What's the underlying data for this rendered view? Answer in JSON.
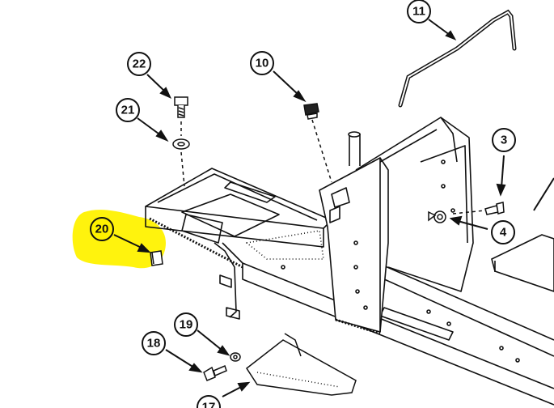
{
  "diagram": {
    "callouts": [
      {
        "id": "3",
        "label": "3"
      },
      {
        "id": "4",
        "label": "4"
      },
      {
        "id": "10",
        "label": "10"
      },
      {
        "id": "11",
        "label": "11"
      },
      {
        "id": "17",
        "label": "17"
      },
      {
        "id": "18",
        "label": "18"
      },
      {
        "id": "19",
        "label": "19"
      },
      {
        "id": "20",
        "label": "20"
      },
      {
        "id": "21",
        "label": "21"
      },
      {
        "id": "22",
        "label": "22"
      }
    ],
    "highlight_color": "#fff200",
    "highlighted_callout": "20",
    "line_color": "#111111"
  }
}
